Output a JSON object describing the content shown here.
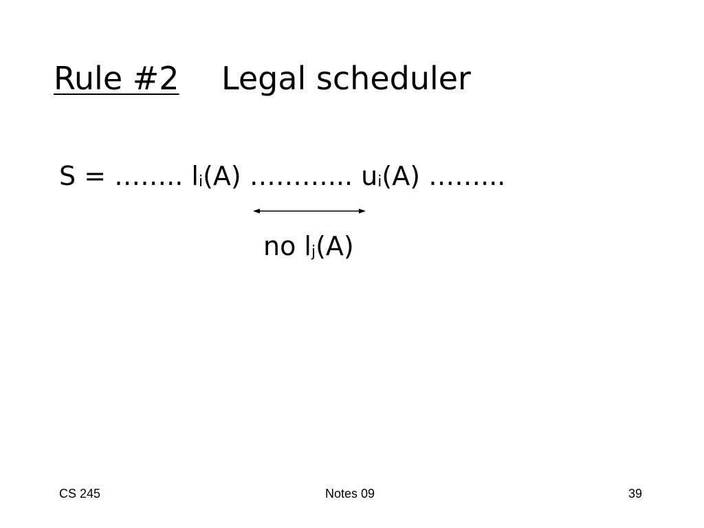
{
  "slide": {
    "rule_label": "Rule #2",
    "title": "Legal scheduler",
    "formula": {
      "prefix": "S = ……..",
      "lock_op": "l",
      "lock_sub": "i",
      "lock_arg": "(A)",
      "middle": "………...",
      "unlock_op": "u",
      "unlock_sub": "i",
      "unlock_arg": "(A)",
      "suffix": "……..."
    },
    "constraint": {
      "prefix": "no l",
      "sub": "j",
      "arg": "(A)"
    }
  },
  "footer": {
    "course": "CS 245",
    "notes": "Notes 09",
    "page": "39"
  }
}
